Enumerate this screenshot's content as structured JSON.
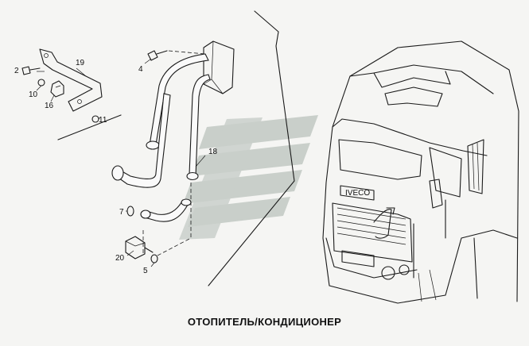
{
  "caption": "ОТОПИТЕЛЬ/КОНДИЦИОНЕР",
  "callouts": [
    {
      "id": "c2",
      "label": "2"
    },
    {
      "id": "c19",
      "label": "19"
    },
    {
      "id": "c10",
      "label": "10"
    },
    {
      "id": "c16",
      "label": "16"
    },
    {
      "id": "c11",
      "label": "11"
    },
    {
      "id": "c4",
      "label": "4"
    },
    {
      "id": "c18",
      "label": "18"
    },
    {
      "id": "c7",
      "label": "7"
    },
    {
      "id": "c20",
      "label": "20"
    },
    {
      "id": "c5",
      "label": "5"
    }
  ],
  "cab_badge": "IVECO",
  "colors": {
    "line": "#1a1a1a",
    "watermark": "#c8cec9",
    "background": "#f5f5f3"
  }
}
